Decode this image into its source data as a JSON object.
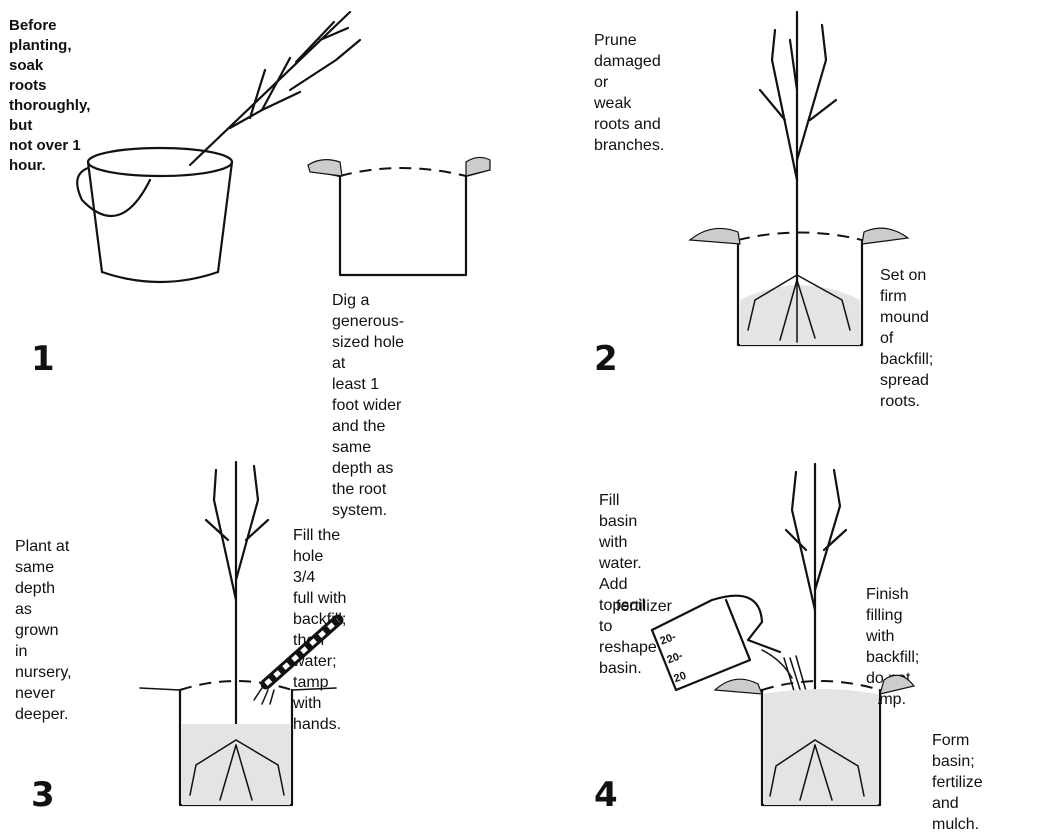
{
  "steps": [
    {
      "number": "1",
      "captions": [
        "Before planting, soak\nroots thoroughly, but\nnot over 1 hour.",
        "Dig a generous-\nsized hole at\nleast 1 foot wider\nand the same\ndepth as the root\nsystem."
      ]
    },
    {
      "number": "2",
      "captions": [
        "Prune damaged or\nweak roots and\nbranches.",
        "Set on firm\nmound of backfill;\nspread roots."
      ]
    },
    {
      "number": "3",
      "captions": [
        "Plant at same\ndepth as grown in\nnursery, never\ndeeper.",
        "Fill the hole 3/4\nfull with backfill;\nthen water; tamp\nwith hands."
      ]
    },
    {
      "number": "4",
      "captions": [
        "Fill basin with\nwater. Add topsoil\nto reshape basin.",
        "Finish filling with\nbackfill; do not\ntamp.",
        "Form basin;\nfertilize and\nmulch."
      ],
      "fertilizer_label": "fertilizer",
      "bag_label": "20-20-20"
    }
  ]
}
